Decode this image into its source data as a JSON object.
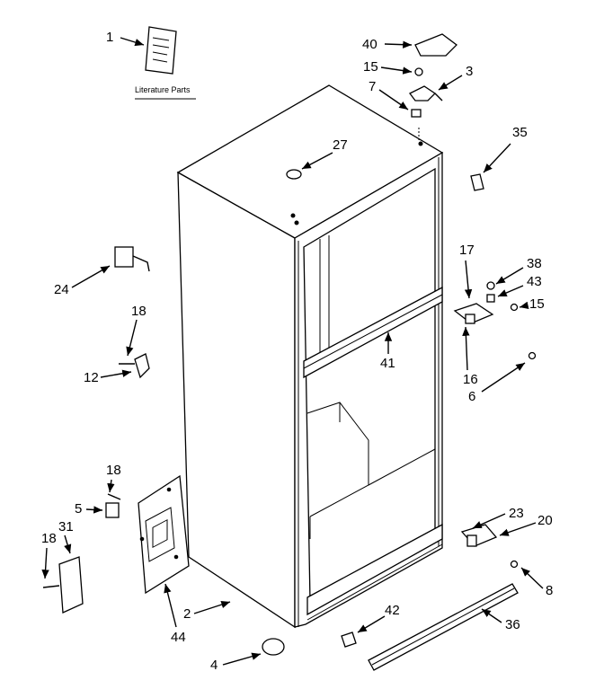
{
  "literature_label": "Literature Parts",
  "callouts": [
    "1",
    "2",
    "3",
    "4",
    "5",
    "6",
    "7",
    "8",
    "12",
    "15",
    "15",
    "16",
    "17",
    "18",
    "18",
    "18",
    "20",
    "23",
    "24",
    "27",
    "31",
    "35",
    "36",
    "38",
    "40",
    "41",
    "42",
    "43",
    "44"
  ]
}
